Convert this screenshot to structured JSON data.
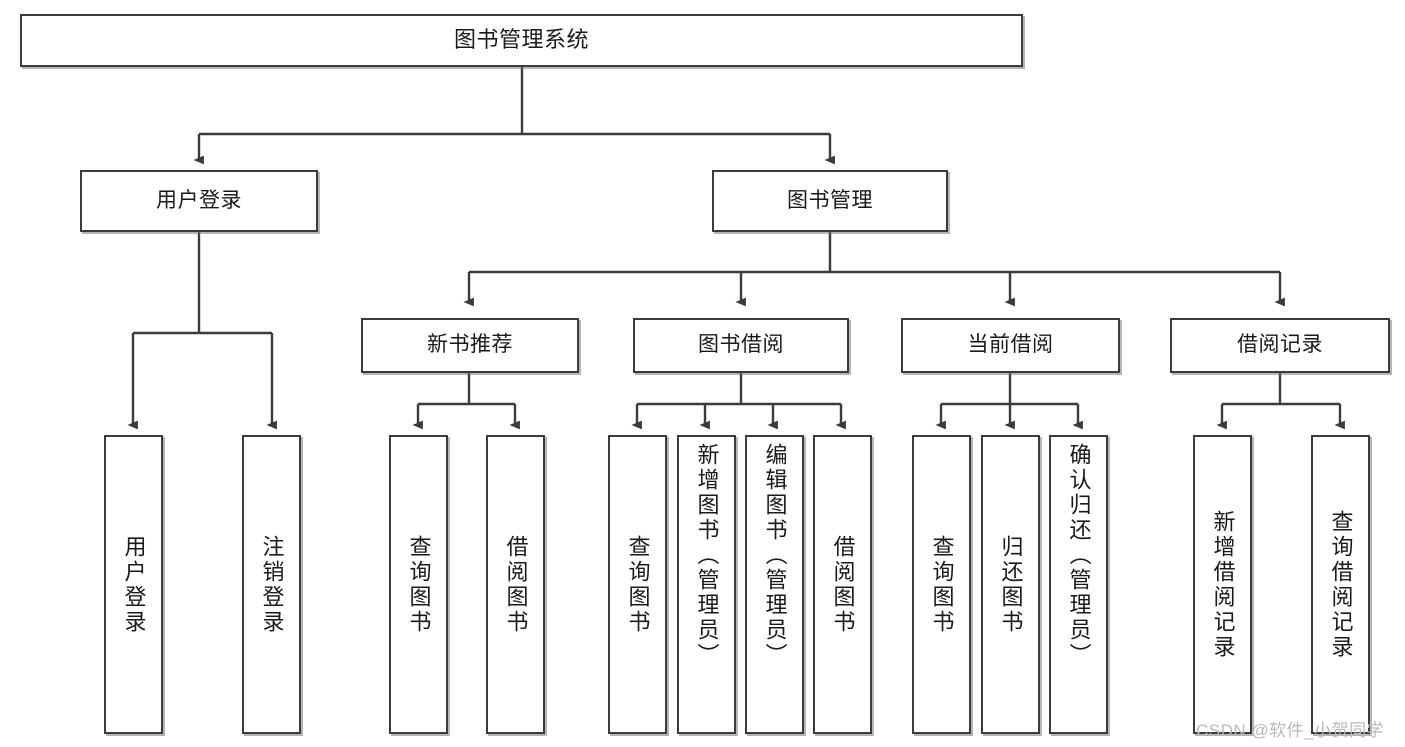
{
  "diagram": {
    "title": "图书管理系统",
    "type": "tree-hierarchy-chart",
    "orientation": "top-down",
    "colors": {
      "box_border": "#3b3b3b",
      "box_fill": "#ffffff",
      "edge": "#3b3b3b",
      "text": "#1a1a1a",
      "watermark": "#b9b9b9"
    }
  },
  "nodes": {
    "root": {
      "label": "图书管理系统"
    },
    "level2": [
      {
        "label": "用户登录"
      },
      {
        "label": "图书管理"
      }
    ],
    "level3": [
      {
        "label": "新书推荐"
      },
      {
        "label": "图书借阅"
      },
      {
        "label": "当前借阅"
      },
      {
        "label": "借阅记录"
      }
    ],
    "leaves": {
      "user_login": [
        {
          "label": "用户登录"
        },
        {
          "label": "注销登录"
        }
      ],
      "new_book_recommend": [
        {
          "label": "查询图书"
        },
        {
          "label": "借阅图书"
        }
      ],
      "book_borrow": [
        {
          "label": "查询图书"
        },
        {
          "label": "新增图书（管理员）"
        },
        {
          "label": "编辑图书（管理员）"
        },
        {
          "label": "借阅图书"
        }
      ],
      "current_borrow": [
        {
          "label": "查询图书"
        },
        {
          "label": "归还图书"
        },
        {
          "label": "确认归还（管理员）"
        }
      ],
      "borrow_record": [
        {
          "label": "新增借阅记录"
        },
        {
          "label": "查询借阅记录"
        }
      ]
    }
  },
  "watermark": {
    "text": "CSDN @软件_小贺同学"
  }
}
